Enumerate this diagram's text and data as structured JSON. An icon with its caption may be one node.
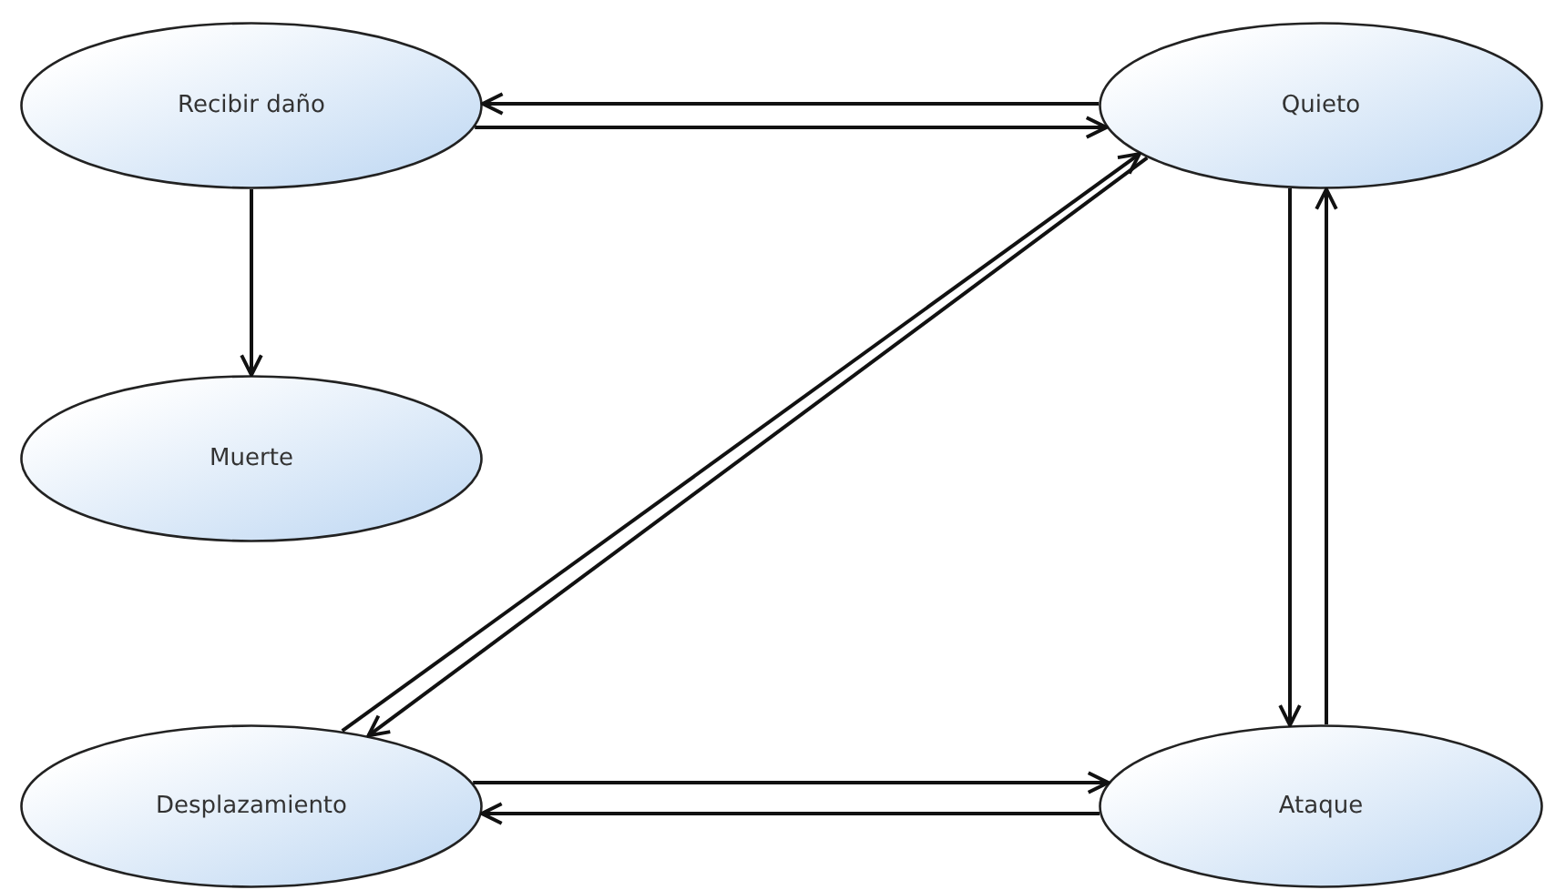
{
  "diagram": {
    "nodes": [
      {
        "text": [
          "Recibir daño"
        ]
      },
      {
        "text": [
          "Quieto"
        ]
      },
      {
        "text": [
          "Muerte"
        ]
      },
      {
        "text": [
          "Desplazamiento"
        ]
      },
      {
        "text": [
          "Ataque"
        ]
      }
    ],
    "edges": [
      {
        "from": 1,
        "to": 0,
        "arrow": "to"
      },
      {
        "from": 0,
        "to": 1,
        "arrow": "to"
      },
      {
        "from": 0,
        "to": 2,
        "arrow": "to"
      },
      {
        "from": 3,
        "to": 1,
        "arrow": "to"
      },
      {
        "from": 1,
        "to": 3,
        "arrow": "to"
      },
      {
        "from": 1,
        "to": 4,
        "arrow": "to"
      },
      {
        "from": 4,
        "to": 1,
        "arrow": "to"
      },
      {
        "from": 3,
        "to": 4,
        "arrow": "to"
      },
      {
        "from": 4,
        "to": 3,
        "arrow": "to"
      }
    ]
  }
}
